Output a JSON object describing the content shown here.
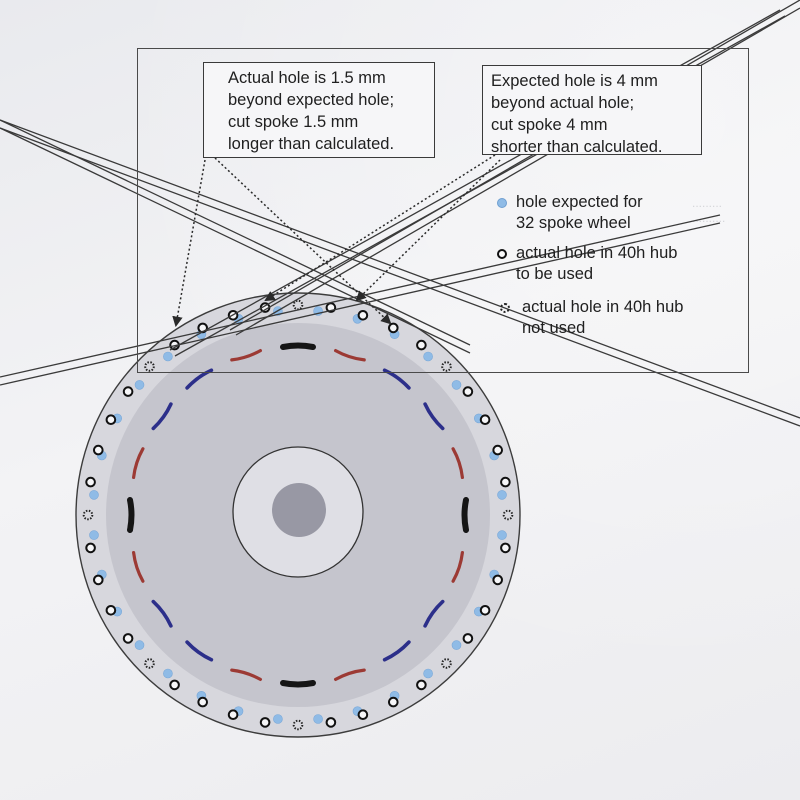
{
  "callouts": {
    "left": {
      "lines": [
        "Actual hole is 1.5 mm",
        "beyond expected hole;",
        "cut spoke 1.5 mm",
        "longer than calculated."
      ]
    },
    "right": {
      "lines": [
        "Expected hole is 4 mm",
        "beyond actual hole;",
        "cut spoke 4 mm",
        "shorter than calculated."
      ]
    }
  },
  "legend": {
    "items": [
      {
        "icon": "blue-dot-icon",
        "lines": [
          "hole expected for",
          "32 spoke wheel"
        ]
      },
      {
        "icon": "black-circle-icon",
        "lines": [
          "actual hole in 40h hub",
          "to be used"
        ]
      },
      {
        "icon": "dotted-circle-icon",
        "lines": [
          "actual hole in 40h hub",
          "not used"
        ]
      }
    ]
  },
  "diagram": {
    "expected_holes": 32,
    "actual_holes": 40,
    "colors": {
      "flange_outer": "#d7d7dd",
      "flange_inner": "#c5c5cd",
      "hub_ring": "#dfdfe5",
      "hub_axle": "#9898a4",
      "expected_hole": "#8fbbe6",
      "red_mark": "#9c3a34",
      "blue_mark": "#2c2f8a",
      "black_mark": "#151515"
    }
  }
}
